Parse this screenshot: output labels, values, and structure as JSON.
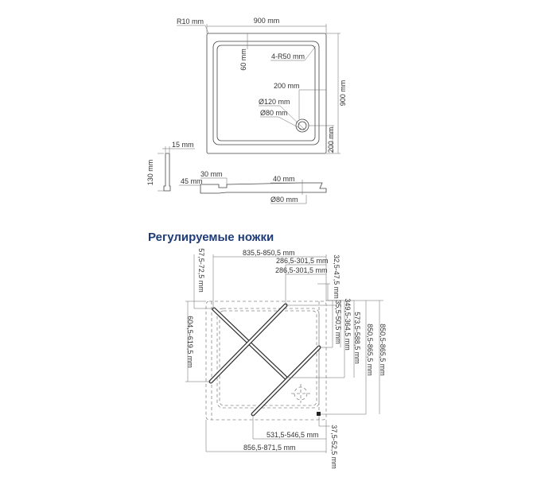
{
  "top_view": {
    "width": "900 mm",
    "height": "900 mm",
    "outer_radius": "R10 mm",
    "rim_offset": "60 mm",
    "corner_radius": "4-R50 mm",
    "drain_offset_x": "200 mm",
    "drain_offset_y": "200 mm",
    "drain_outer": "Ø120 mm",
    "drain_inner": "Ø80 mm"
  },
  "side_view": {
    "thickness": "15 mm",
    "height": "130 mm",
    "rim_depth": "30 mm",
    "base_height": "45 mm",
    "drain_depth": "40 mm",
    "drain_diameter": "Ø80 mm"
  },
  "legs": {
    "title": "Регулируемые ножки",
    "d_top_width": "835,5-850,5 mm",
    "d_top_1": "286,5-301,5 mm",
    "d_top_2": "286,5-301,5 mm",
    "d_left_top": "57,5-72,5 mm",
    "d_right_top": "32,5-47,5 mm",
    "d_left_height": "604,5-619,5 mm",
    "d_r1": "35,5-50,5 mm",
    "d_r2": "349,5-364,5 mm",
    "d_r3": "573,5-588,5 mm",
    "d_r4": "850,5-865,5 mm",
    "d_r5": "850,5-865,5 mm",
    "d_bottom_1": "531,5-546,5 mm",
    "d_bottom_2": "856,5-871,5 mm",
    "d_bottom_right": "37,5-52,5 mm"
  }
}
